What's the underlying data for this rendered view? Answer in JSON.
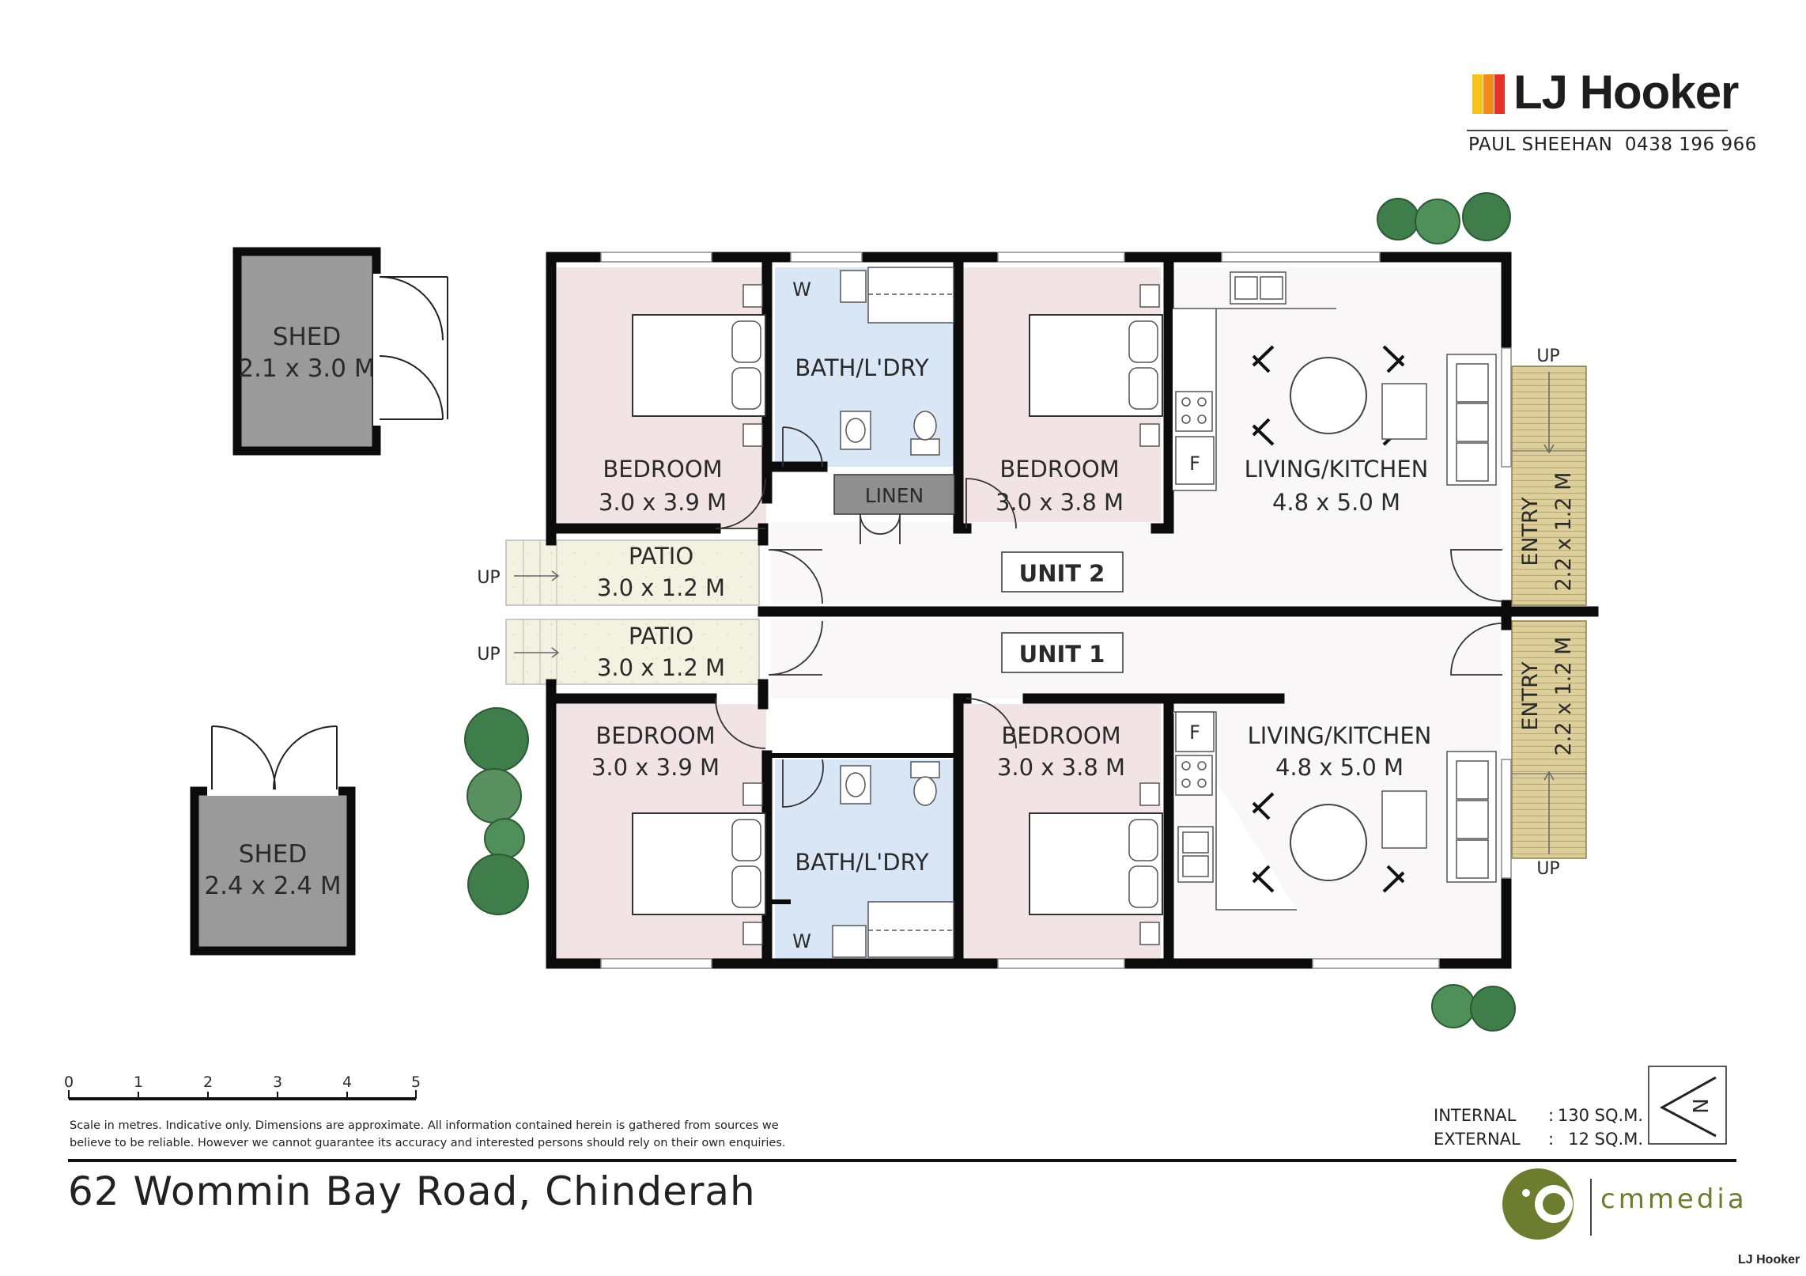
{
  "brand": {
    "name": "LJ Hooker",
    "agent": "PAUL SHEEHAN",
    "phone": "0438 196 966",
    "logo_colors": [
      "#f7c31b",
      "#f28b1f",
      "#e4322b"
    ]
  },
  "address": "62 Wommin Bay Road, Chinderah",
  "rooms": {
    "shed_top": {
      "name": "SHED",
      "size": "2.1 x 3.0 M"
    },
    "shed_bottom": {
      "name": "SHED",
      "size": "2.4 x 2.4 M"
    },
    "u2_bed1": {
      "name": "BEDROOM",
      "size": "3.0 x 3.9 M"
    },
    "u2_bath": {
      "name": "BATH/L'DRY"
    },
    "u2_bed2": {
      "name": "BEDROOM",
      "size": "3.0 x 3.8 M"
    },
    "u2_living": {
      "name": "LIVING/KITCHEN",
      "size": "4.8 x 5.0 M"
    },
    "u2_linen": {
      "name": "LINEN"
    },
    "u2_patio": {
      "name": "PATIO",
      "size": "3.0 x 1.2 M"
    },
    "u2_entry": {
      "name": "ENTRY",
      "size": "2.2 x 1.2 M"
    },
    "u1_patio": {
      "name": "PATIO",
      "size": "3.0 x 1.2 M"
    },
    "u1_bed1": {
      "name": "BEDROOM",
      "size": "3.0 x 3.9 M"
    },
    "u1_bath": {
      "name": "BATH/L'DRY"
    },
    "u1_bed2": {
      "name": "BEDROOM",
      "size": "3.0 x 3.8 M"
    },
    "u1_living": {
      "name": "LIVING/KITCHEN",
      "size": "4.8 x 5.0 M"
    },
    "u1_entry": {
      "name": "ENTRY",
      "size": "2.2 x 1.2 M"
    }
  },
  "units": {
    "unit2": "UNIT 2",
    "unit1": "UNIT 1"
  },
  "fixtures": {
    "washer": "W",
    "fridge": "F",
    "up": "UP"
  },
  "scale": {
    "ticks": [
      "0",
      "1",
      "2",
      "3",
      "4",
      "5"
    ]
  },
  "disclaimer": {
    "line1": "Scale in metres.  Indicative only.  Dimensions are approximate.  All information contained herein is gathered from sources we",
    "line2": "believe to be reliable.  However we cannot guarantee its accuracy and interested persons should rely on their own enquiries."
  },
  "areas": {
    "internal_label": "INTERNAL",
    "internal_value": "130 SQ.M.",
    "external_label": "EXTERNAL",
    "external_value": "12 SQ.M.",
    "separator": ":"
  },
  "compass": {
    "letter": "N"
  },
  "credit": {
    "name": "cmmedia",
    "watermark": "LJ Hooker"
  },
  "colors": {
    "bedroom": "#f2e4e4",
    "bath": "#d8e6f6",
    "living": "#f9f7f7",
    "wall": "#0b0b0b",
    "shed": "#9a9a9a",
    "deck": "#d9cc96",
    "tree": "#3d7a47",
    "cm_green": "#6d7d2f"
  }
}
